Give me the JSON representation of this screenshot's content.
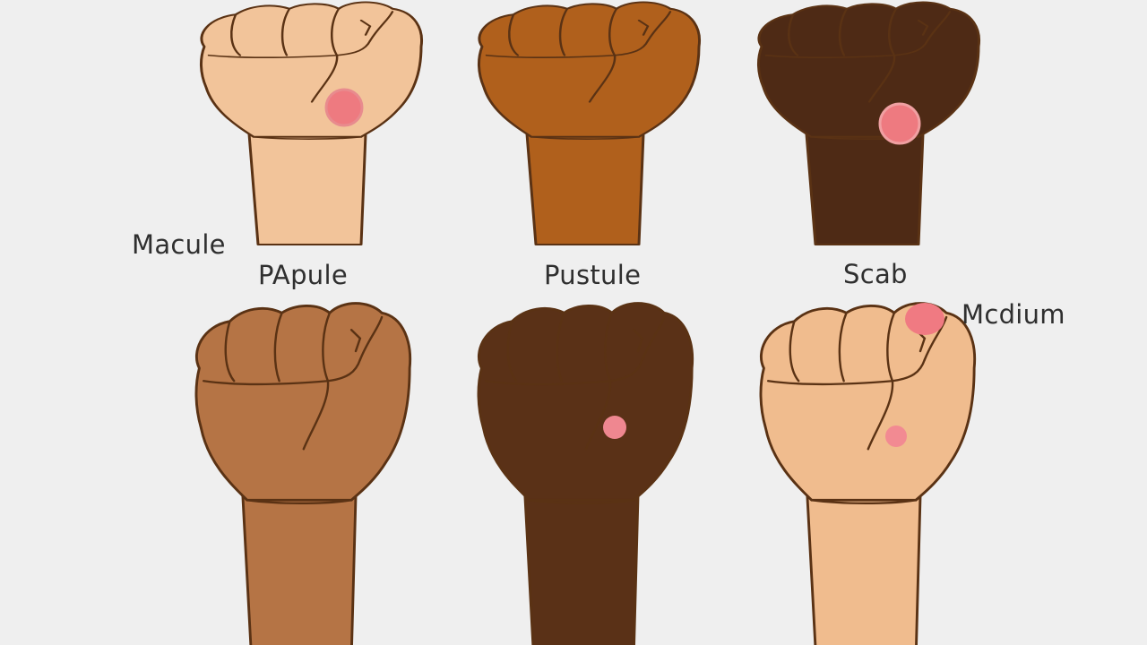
{
  "labels": {
    "macule": "Macule",
    "papule": "PApule",
    "pustule": "Pustule",
    "scab": "Scab",
    "medium": "Mcdium"
  },
  "fists": [
    {
      "name": "fist-light-top",
      "skin": "#f2c49a",
      "lesion_color": "#ee7a80"
    },
    {
      "name": "fist-tan-top",
      "skin": "#b0601c",
      "lesion_color": null
    },
    {
      "name": "fist-dark-top",
      "skin": "#4e2a15",
      "lesion_color": "#ee7a80"
    },
    {
      "name": "fist-medium-bottom",
      "skin": "#b57445",
      "lesion_color": null
    },
    {
      "name": "fist-dark-bottom",
      "skin": "#5a3117",
      "lesion_color": "#ef8790"
    },
    {
      "name": "fist-light-bottom",
      "skin": "#f0bc8e",
      "lesion_color": "#f28a92"
    }
  ],
  "outline_color": "#5a3214",
  "background": "#efefef"
}
